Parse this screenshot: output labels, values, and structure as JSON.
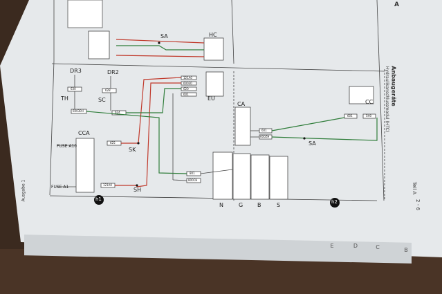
{
  "sheet": {
    "labels": {
      "dr3": "DR3",
      "dr2": "DR2",
      "th": "TH",
      "sc": "SC",
      "sk": "SK",
      "sh": "SH",
      "cca": "CCA",
      "eu": "EU",
      "hc": "HC",
      "ca": "CA",
      "cc": "CC",
      "sa_top": "SA",
      "sa_right": "SA",
      "fuse_a10": "FUSE A10",
      "fuse_a1": "FUSE A1",
      "h1": "h1",
      "h2": "h2",
      "conn_n": "N",
      "conn_g": "G",
      "conn_b": "B",
      "conn_s": "S"
    },
    "wire_codes": {
      "c630": "630",
      "c628": "628",
      "c60030h": "60030H",
      "c624": "624",
      "c625": "625",
      "c121a0": "121A0",
      "c801": "801",
      "c800ch": "800CH",
      "c601": "601",
      "c600zh": "600ZH",
      "c601b": "601",
      "c5h": "5H0",
      "eu_a": "121A0",
      "eu_b": "60030",
      "eu_c": "620",
      "eu_d": "601"
    },
    "side_text": {
      "right_title": "Anbaugeräte",
      "right_subtitle": "Hydraulikanschlussmodul (HTC)",
      "teil": "Teil A",
      "page": "2 - 6",
      "left_bottom": "Ausgabe 1",
      "top_a": "A"
    },
    "bottom_tabs": [
      "B",
      "C",
      "D",
      "E"
    ]
  },
  "colors": {
    "paper": "#e9ecee",
    "line": "#333333",
    "red": "#c0392b",
    "green": "#2f7d3a",
    "grey": "#666666"
  }
}
